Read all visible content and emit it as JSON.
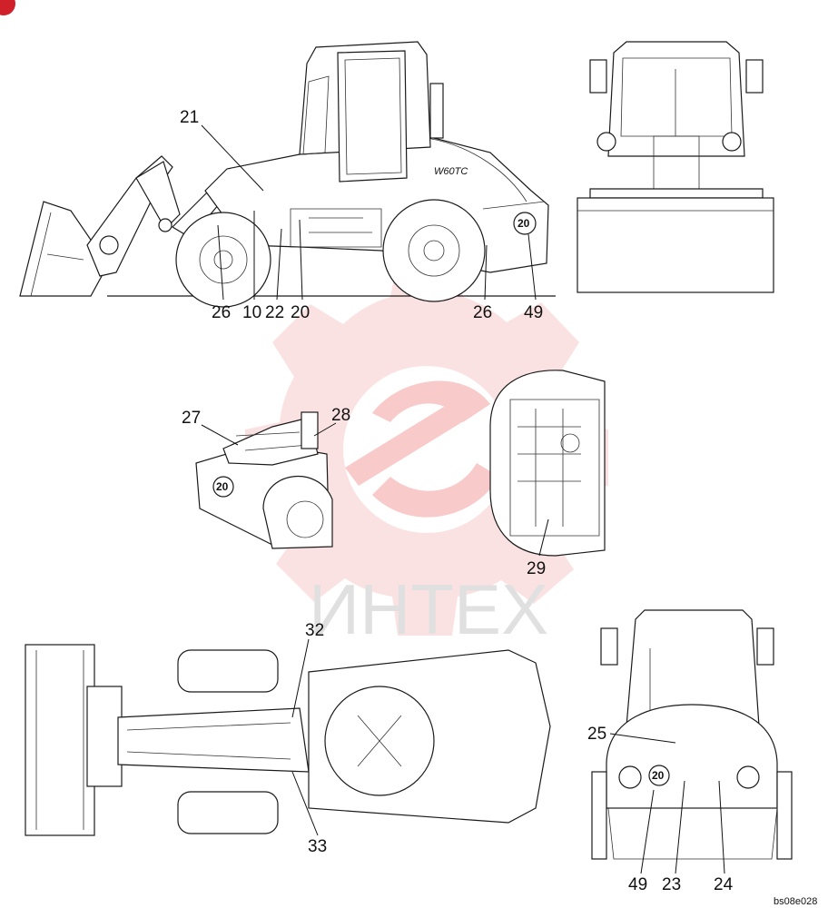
{
  "callouts": {
    "c21": "21",
    "c26a": "26",
    "c10": "10",
    "c22": "22",
    "c20": "20",
    "c26b": "26",
    "c49a": "49",
    "c27": "27",
    "c28": "28",
    "c29": "29",
    "c32": "32",
    "c33": "33",
    "c25": "25",
    "c49b": "49",
    "c23": "23",
    "c24": "24"
  },
  "badges": {
    "b1": "20",
    "b2": "20",
    "b3": "20"
  },
  "model_label": "W60TC",
  "watermark": {
    "text": "ИНТЕХ",
    "color": "#f28a8a"
  },
  "figure_code": "bs08e028",
  "corner_marker": {
    "color": "#d0202a"
  }
}
